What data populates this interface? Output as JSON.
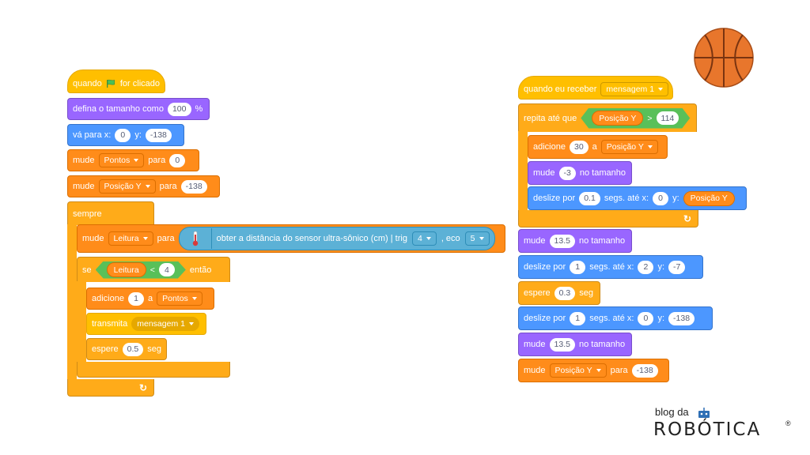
{
  "left": {
    "hat_when": "quando",
    "hat_clicked": "for clicado",
    "set_size_label": "defina o tamanho como",
    "set_size_value": "100",
    "set_size_unit": "%",
    "goto_label": "vá para x:",
    "goto_x": "0",
    "goto_y_label": "y:",
    "goto_y": "-138",
    "set1_label": "mude",
    "set1_var": "Pontos",
    "set1_to": "para",
    "set1_value": "0",
    "set2_label": "mude",
    "set2_var": "Posição Y",
    "set2_to": "para",
    "set2_value": "-138",
    "forever": "sempre",
    "set3_label": "mude",
    "set3_var": "Leitura",
    "set3_to": "para",
    "sensor_text": "obter a distância do sensor ultra-sônico (cm) | trig",
    "sensor_trig": "4",
    "sensor_eco_label": ", eco",
    "sensor_eco": "5",
    "if_label": "se",
    "if_var": "Leitura",
    "if_op": "<",
    "if_value": "4",
    "if_then": "então",
    "change_label": "adicione",
    "change_value": "1",
    "change_a": "a",
    "change_var": "Pontos",
    "broadcast_label": "transmita",
    "broadcast_msg": "mensagem 1",
    "wait_label": "espere",
    "wait_value": "0.5",
    "wait_unit": "seg"
  },
  "right": {
    "hat_label": "quando eu receber",
    "hat_msg": "mensagem 1",
    "repeat_label": "repita até que",
    "repeat_var": "Posição Y",
    "repeat_op": ">",
    "repeat_value": "114",
    "change_label": "adicione",
    "change_value": "30",
    "change_a": "a",
    "change_var": "Posição Y",
    "size1_label": "mude",
    "size1_value": "-3",
    "size1_unit": "no tamanho",
    "glide1_label": "deslize por",
    "glide1_secs": "0.1",
    "glide1_mid": "segs. até x:",
    "glide1_x": "0",
    "glide1_y_label": "y:",
    "glide1_y_var": "Posição Y",
    "size2_label": "mude",
    "size2_value": "13.5",
    "size2_unit": "no tamanho",
    "glide2_label": "deslize por",
    "glide2_secs": "1",
    "glide2_mid": "segs. até x:",
    "glide2_x": "2",
    "glide2_y_label": "y:",
    "glide2_y": "-7",
    "wait_label": "espere",
    "wait_value": "0.3",
    "wait_unit": "seg",
    "glide3_label": "deslize por",
    "glide3_secs": "1",
    "glide3_mid": "segs. até x:",
    "glide3_x": "0",
    "glide3_y_label": "y:",
    "glide3_y": "-138",
    "size3_label": "mude",
    "size3_value": "13.5",
    "size3_unit": "no tamanho",
    "set_label": "mude",
    "set_var": "Posição Y",
    "set_to": "para",
    "set_value": "-138"
  },
  "logo": {
    "top": "blog da",
    "main": "ROBÓTICA",
    "reg": "®"
  },
  "colors": {
    "events": "#FFBF00",
    "looks": "#9966FF",
    "motion": "#4C97FF",
    "variables": "#FF8C1A",
    "control": "#FFAB19",
    "operators": "#59C059",
    "extension": "#5CB1D6",
    "ball": "#E8762C"
  },
  "icons": {
    "green_flag": "green-flag-icon",
    "thermometer": "thermometer-icon",
    "loop_arrow": "loop-arrow-icon",
    "basketball": "basketball-icon"
  }
}
